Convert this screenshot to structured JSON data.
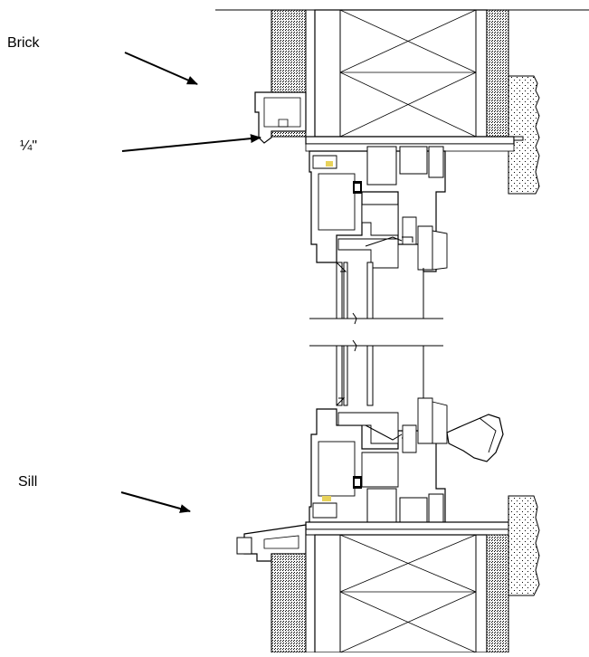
{
  "labels": {
    "brick": "Brick",
    "quarter_inch": "¼\"",
    "sill": "Sill"
  }
}
